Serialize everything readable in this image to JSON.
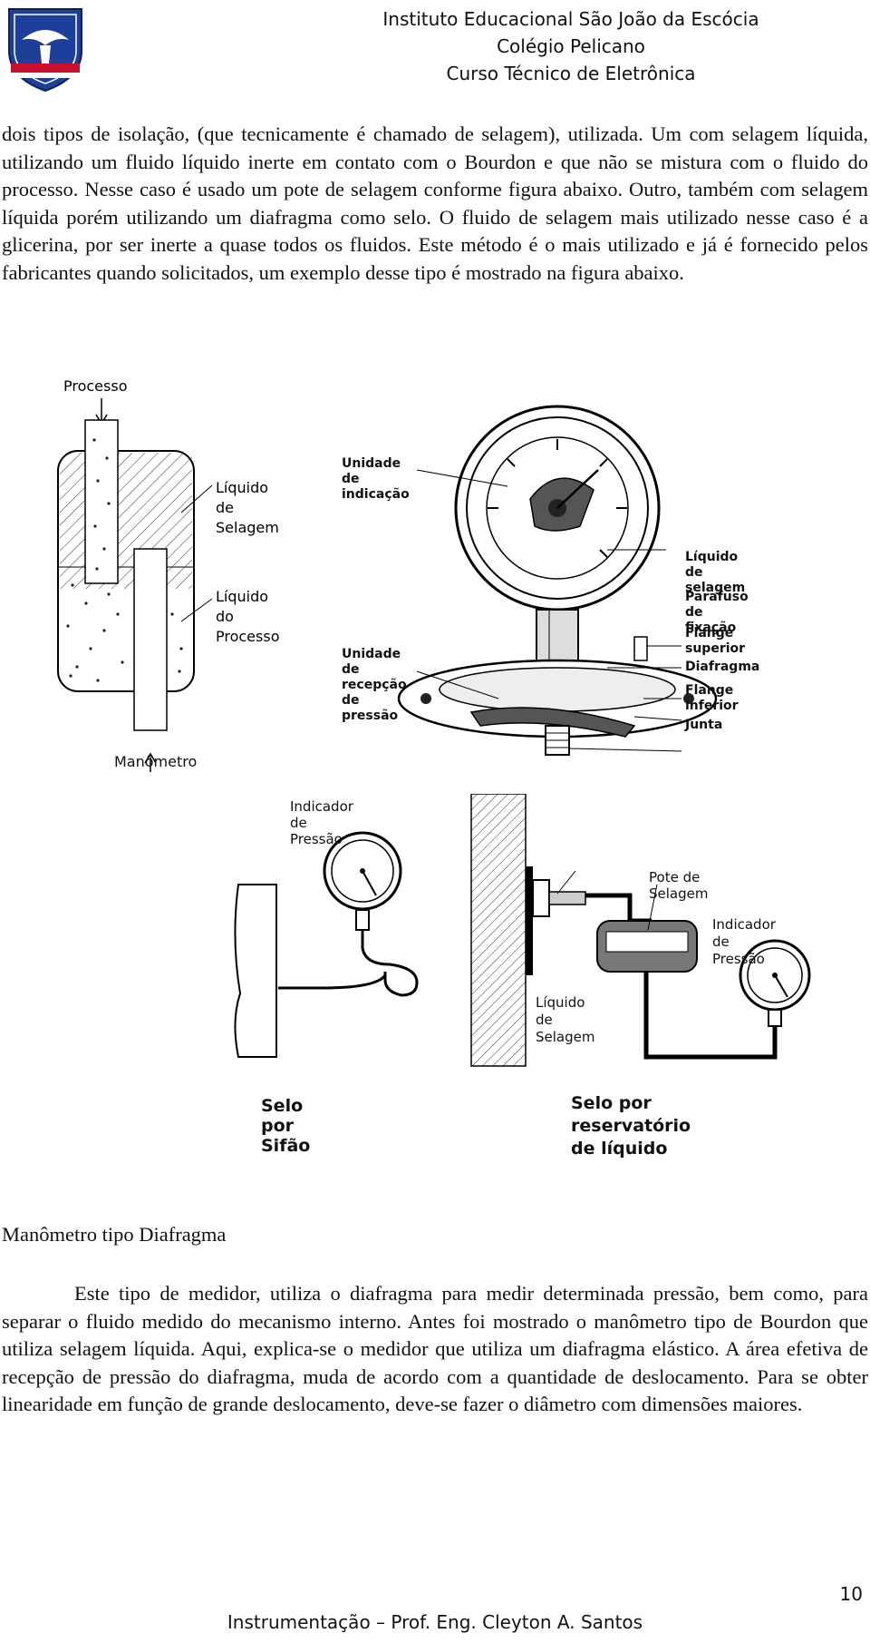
{
  "header": {
    "line1": "Instituto Educacional São João da Escócia",
    "line2": "Colégio Pelicano",
    "line3": "Curso Técnico de Eletrônica"
  },
  "paragraph1": "dois tipos de isolação, (que tecnicamente é chamado de selagem), utilizada. Um com selagem líquida, utilizando um fluido líquido inerte em contato com o Bourdon e que não se mistura com o fluido do processo. Nesse caso é usado um pote de selagem conforme figura abaixo. Outro, também com selagem líquida porém utilizando um diafragma como selo. O fluido de selagem mais utilizado nesse caso é a glicerina, por ser inerte a quase todos os fluidos. Este método é o mais utilizado e já é fornecido pelos fabricantes quando solicitados, um exemplo desse tipo é mostrado na figura abaixo.",
  "figure_pot": {
    "processo": "Processo",
    "liquido_selagem": [
      "Líquido",
      "de",
      "Selagem"
    ],
    "liquido_processo": [
      "Líquido",
      "do",
      "Processo"
    ],
    "manometro": "Manômetro"
  },
  "figure_gauge": {
    "unidade_indicacao": [
      "Unidade de",
      "indicação"
    ],
    "unidade_recepcao": [
      "Unidade de",
      "recepção de",
      "pressão"
    ],
    "liquido_selagem": [
      "Líquido de",
      "selagem"
    ],
    "parafuso": [
      "Parafuso de",
      "fixação"
    ],
    "flange_superior": "Flange superior",
    "diafragma": "Diafragma",
    "flange_inferior": "Flange inferior",
    "junta": "Junta"
  },
  "figure_seals": {
    "indicador_left": "Indicador de Pressão",
    "selo_sifao": "Selo por Sifão",
    "pote_selagem": "Pote de Selagem",
    "indicador_right": [
      "Indicador",
      "de Pressão"
    ],
    "liquido_selagem": [
      "Líquido",
      "de Selagem"
    ],
    "selo_reservatorio": [
      "Selo por reservatório",
      "de líquido"
    ]
  },
  "section_title": "Manômetro tipo Diafragma",
  "paragraph2": "Este tipo de medidor, utiliza o diafragma para medir determinada pressão, bem como, para separar o fluido medido do mecanismo interno. Antes foi mostrado o manômetro tipo de Bourdon que utiliza selagem líquida. Aqui, explica-se o medidor que utiliza um diafragma elástico. A área efetiva de recepção de pressão do diafragma, muda de acordo com a quantidade de deslocamento. Para se obter linearidade em função de grande deslocamento, deve-se fazer o diâmetro com dimensões maiores.",
  "page_number": "10",
  "footer": "Instrumentação – Prof. Eng. Cleyton A. Santos"
}
